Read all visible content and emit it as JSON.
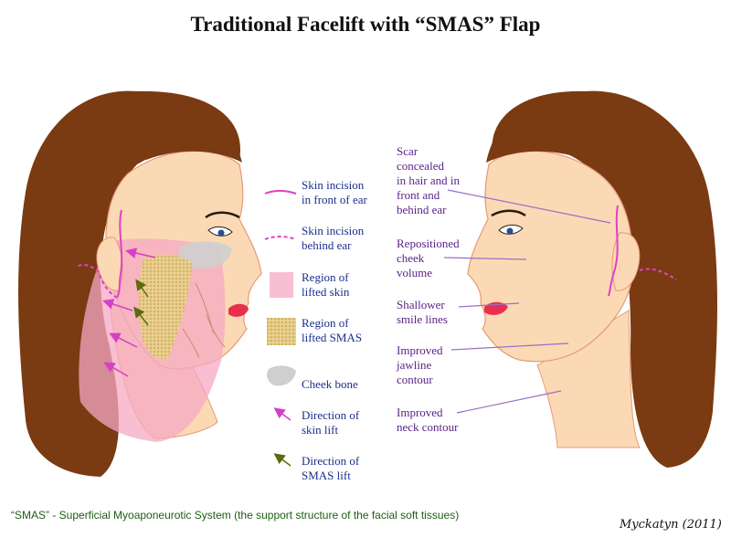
{
  "title": "Traditional Facelift with “SMAS” Flap",
  "legend": [
    {
      "id": "skin-incision-front",
      "label": "Skin incision\nin front of ear"
    },
    {
      "id": "skin-incision-behind",
      "label": "Skin incision\nbehind ear"
    },
    {
      "id": "lifted-skin",
      "label": "Region of\nlifted skin"
    },
    {
      "id": "lifted-smas",
      "label": "Region of\nlifted SMAS"
    },
    {
      "id": "cheek-bone",
      "label": "Cheek bone"
    },
    {
      "id": "skin-lift",
      "label": "Direction of\nskin lift"
    },
    {
      "id": "smas-lift",
      "label": "Direction of\nSMAS lift"
    }
  ],
  "outcomes": [
    {
      "id": "scar",
      "label": "Scar\nconcealed\nin hair and in\nfront and\nbehind ear"
    },
    {
      "id": "cheek-volume",
      "label": "Repositioned\ncheek\nvolume"
    },
    {
      "id": "smile-lines",
      "label": "Shallower\nsmile lines"
    },
    {
      "id": "jawline",
      "label": "Improved\njawline\ncontour"
    },
    {
      "id": "neck",
      "label": "Improved\nneck contour"
    }
  ],
  "footnote": "“SMAS” -  Superficial Myoaponeurotic System (the support structure of the facial soft tissues)",
  "signature": "Myckatyn (2011)",
  "colors": {
    "hair": "#7a3a12",
    "skin": "#fbd9b4",
    "lifted_skin": "#f5a8c3",
    "smas": "#e0c27a",
    "cheek_bone": "#cfcfcf",
    "incision": "#e040c8",
    "skin_arrow": "#d63fc8",
    "smas_arrow": "#5a6b10",
    "legend_text": "#1b2f8c",
    "outcome_text": "#5a1f86",
    "leader": "#9a6fc4",
    "lips": "#e8304e",
    "footnote": "#1d5e12"
  }
}
